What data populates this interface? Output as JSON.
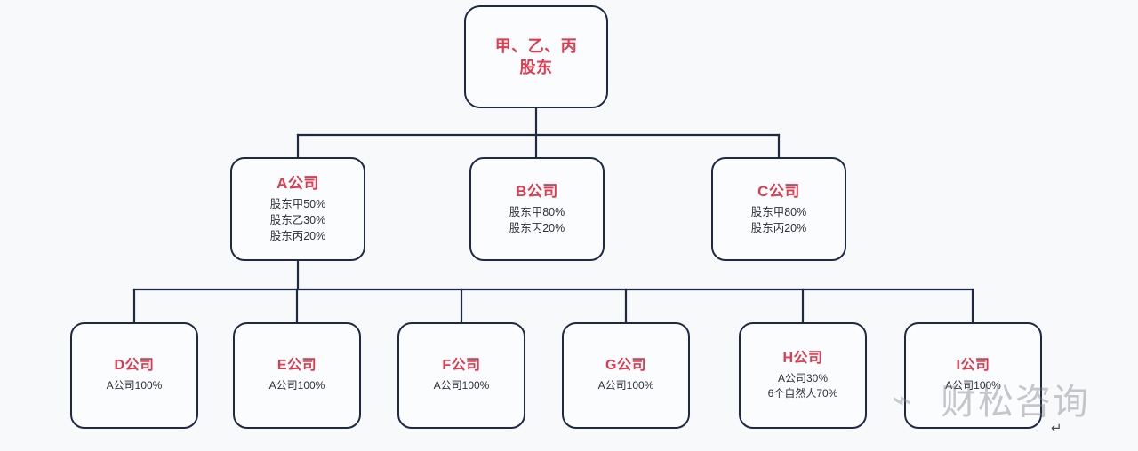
{
  "diagram": {
    "type": "org-chart",
    "background_color": "#f7f9fb",
    "border_color": "#1e2a44",
    "title_color": "#e03a4e",
    "subtitle_color": "#2c2f38",
    "root": {
      "title_line1": "甲、乙、丙",
      "title_line2": "股东"
    },
    "level2": [
      {
        "id": "a",
        "title": "A公司",
        "details": [
          "股东甲50%",
          "股东乙30%",
          "股东丙20%"
        ]
      },
      {
        "id": "b",
        "title": "B公司",
        "details": [
          "股东甲80%",
          "股东丙20%"
        ]
      },
      {
        "id": "c",
        "title": "C公司",
        "details": [
          "股东甲80%",
          "股东丙20%"
        ]
      }
    ],
    "level3": [
      {
        "id": "d",
        "title": "D公司",
        "details": [
          "A公司100%"
        ]
      },
      {
        "id": "e",
        "title": "E公司",
        "details": [
          "A公司100%"
        ]
      },
      {
        "id": "f",
        "title": "F公司",
        "details": [
          "A公司100%"
        ]
      },
      {
        "id": "g",
        "title": "G公司",
        "details": [
          "A公司100%"
        ]
      },
      {
        "id": "h",
        "title": "H公司",
        "details": [
          "A公司30%",
          "6个自然人70%"
        ]
      },
      {
        "id": "i",
        "title": "I公司",
        "details": [
          "A公司100%"
        ]
      }
    ]
  },
  "watermark": {
    "text": "财松咨询",
    "mark": "⌁"
  },
  "annotations": {
    "pilcrow": "↵"
  }
}
